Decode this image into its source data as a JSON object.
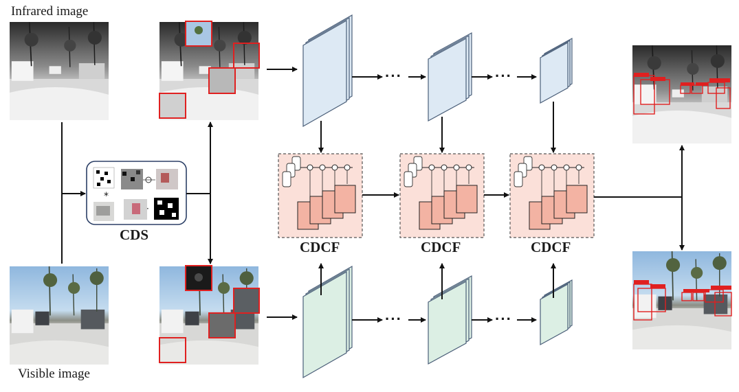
{
  "labels": {
    "infrared_image": "Infrared image",
    "visible_image": "Visible image",
    "cds": "CDS",
    "cdcf": "CDCF"
  },
  "ellipsis": "···",
  "colors": {
    "ir_feature": "#dde9f4",
    "vis_feature": "#dcefe4",
    "cdcf_fill": "#fbe0d9",
    "cdcf_block": "#f3b3a3",
    "highlight_box": "#e02020",
    "arrow": "#111111"
  }
}
